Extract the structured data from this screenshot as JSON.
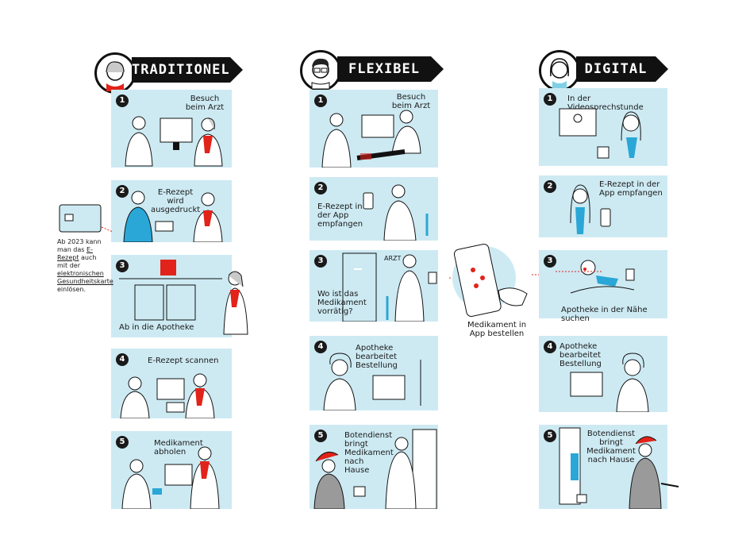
{
  "columns": {
    "traditionell": {
      "title": "TRADITIONELL",
      "steps": [
        {
          "num": "1",
          "label": "Besuch beim Arzt"
        },
        {
          "num": "2",
          "label": "E-Rezept wird ausgedruckt"
        },
        {
          "num": "3",
          "label": "Ab in die Apotheke"
        },
        {
          "num": "4",
          "label": "E-Rezept scannen"
        },
        {
          "num": "5",
          "label": "Medikament abholen"
        }
      ]
    },
    "flexibel": {
      "title": "FLEXIBEL",
      "steps": [
        {
          "num": "1",
          "label": "Besuch beim Arzt"
        },
        {
          "num": "2",
          "label": "E-Rezept in der App empfangen"
        },
        {
          "num": "3",
          "label": "Wo ist das Medikament vorrätig?"
        },
        {
          "num": "4",
          "label": "Apotheke bearbeitet Bestellung"
        },
        {
          "num": "5",
          "label": "Botendienst bringt Medikament nach Hause"
        }
      ],
      "side_label": "Medikament in App bestellen",
      "door_sign": "ARZT"
    },
    "digital": {
      "title": "DIGITAL",
      "steps": [
        {
          "num": "1",
          "label": "In der Videosprechstunde"
        },
        {
          "num": "2",
          "label": "E-Rezept in der App empfangen"
        },
        {
          "num": "3",
          "label": "Apotheke in der Nähe suchen"
        },
        {
          "num": "4",
          "label": "Apotheke bearbeitet Bestellung"
        },
        {
          "num": "5",
          "label": "Botendienst bringt Medikament nach Hause"
        }
      ]
    }
  },
  "side_note": {
    "p1": "Ab 2023 kann man das",
    "link": "E-Rezept",
    "p2": "auch mit der",
    "card": "elektronischen Gesundheitskarte",
    "p3": "einlösen."
  },
  "colors": {
    "panel": "#cdeaf3",
    "accent": "#e2231a",
    "ink": "#111111"
  }
}
